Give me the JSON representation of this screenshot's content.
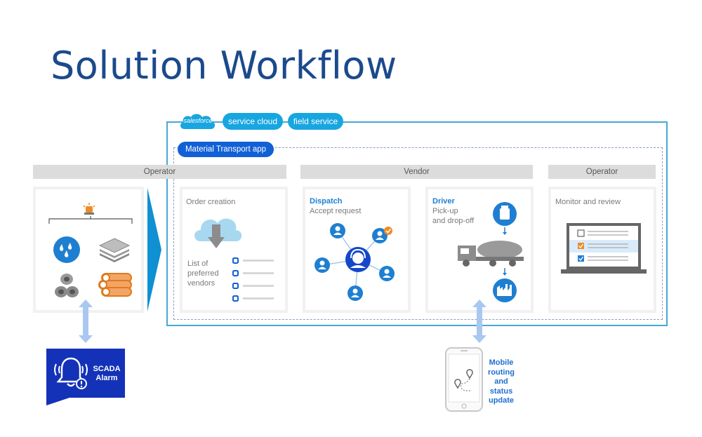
{
  "title": "Solution Workflow",
  "badges": {
    "salesforce": "salesforce",
    "service_cloud": "service cloud",
    "field_service": "field service",
    "app": "Material Transport app"
  },
  "sections": {
    "operator_left": "Operator",
    "vendor": "Vendor",
    "operator_right": "Operator"
  },
  "cards": {
    "order": {
      "title": "Order creation",
      "list_label": [
        "List of",
        "preferred",
        "vendors"
      ]
    },
    "dispatch": {
      "head": "Dispatch",
      "sub": "Accept request"
    },
    "driver": {
      "head": "Driver",
      "sub": [
        "Pick-up",
        "and drop-off"
      ]
    },
    "monitor": {
      "title": "Monitor and review"
    }
  },
  "scada": {
    "line1": "SCADA",
    "line2": "Alarm"
  },
  "mobile": {
    "lines": [
      "Mobile",
      "routing",
      "and",
      "status",
      "update"
    ]
  },
  "colors": {
    "brand": "#1b4a8c",
    "accent": "#18a6e0",
    "primary": "#1160d6",
    "orange": "#f08a24"
  }
}
